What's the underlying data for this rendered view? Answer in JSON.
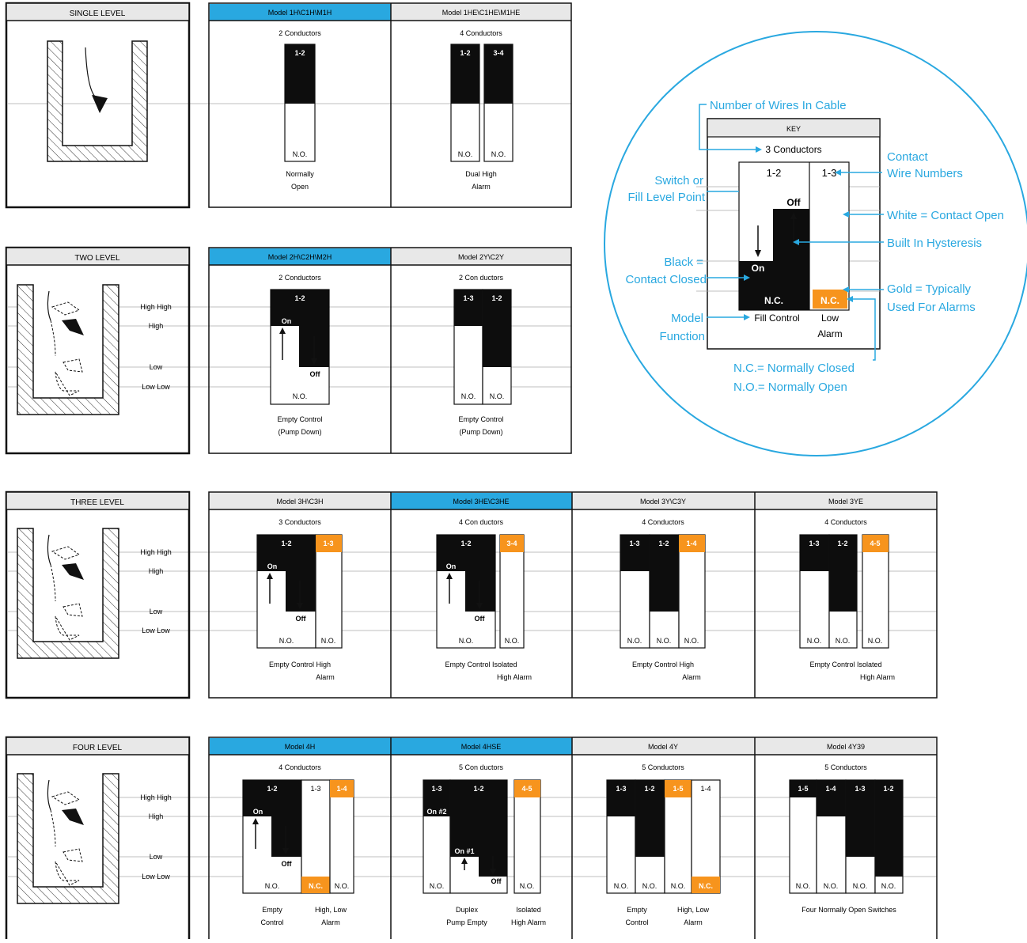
{
  "colors": {
    "blue": "#29a8e0",
    "orange": "#f7941d",
    "black": "#0d0d0d",
    "gray_header": "#e8e8e8",
    "line": "#9a9a9a"
  },
  "levels": {
    "single": "SINGLE LEVEL",
    "two": "TWO LEVEL",
    "three": "THREE LEVEL",
    "four": "FOUR LEVEL"
  },
  "level_labels": {
    "high_high": "High High",
    "high": "High",
    "low": "Low",
    "low_low": "Low Low"
  },
  "common": {
    "no": "N.O.",
    "nc": "N.C.",
    "on": "On",
    "off": "Off",
    "on1": "On #1",
    "on2": "On #2"
  },
  "single": [
    {
      "model": "Model 1H\\C1H\\M1H",
      "cond": "2 Conductors",
      "labels": [
        "1-2"
      ],
      "func1": "Normally",
      "func2": "Open"
    },
    {
      "model": "Model 1HE\\C1HE\\M1HE",
      "cond": "4 Conductors",
      "labels": [
        "1-2",
        "3-4"
      ],
      "func1": "Dual High",
      "func2": "Alarm"
    }
  ],
  "two": [
    {
      "model": "Model 2H\\C2H\\M2H",
      "cond": "2 Conductors",
      "labels": [
        "1-2"
      ],
      "func1": "Empty Control",
      "func2": "(Pump Down)"
    },
    {
      "model": "Model 2Y\\C2Y",
      "cond": "2 Con ductors",
      "labels": [
        "1-3",
        "1-2"
      ],
      "func1": "Empty Control",
      "func2": "(Pump Down)"
    }
  ],
  "three": [
    {
      "model": "Model 3H\\C3H",
      "cond": "3 Conductors",
      "labels": [
        "1-2",
        "1-3"
      ],
      "func1": "Empty Control High",
      "func2": "Alarm"
    },
    {
      "model": "Model 3HE\\C3HE",
      "cond": "4 Con ductors",
      "labels": [
        "1-2",
        "3-4"
      ],
      "func1": "Empty Control Isolated",
      "func2": "High Alarm"
    },
    {
      "model": "Model 3Y\\C3Y",
      "cond": "4 Conductors",
      "labels": [
        "1-3",
        "1-2",
        "1-4"
      ],
      "func1": "Empty Control High",
      "func2": "Alarm"
    },
    {
      "model": "Model 3YE",
      "cond": "4 Conductors",
      "labels": [
        "1-3",
        "1-2",
        "4-5"
      ],
      "func1": "Empty Control Isolated",
      "func2": "High Alarm"
    }
  ],
  "four": [
    {
      "model": "Model 4H",
      "cond": "4 Conductors",
      "labels": [
        "1-2",
        "1-3",
        "1-4"
      ],
      "funcA1": "Empty",
      "funcA2": "Control",
      "funcB1": "High, Low",
      "funcB2": "Alarm"
    },
    {
      "model": "Model 4HSE",
      "cond": "5 Con ductors",
      "labels": [
        "1-3",
        "1-2",
        "4-5"
      ],
      "funcA1": "Duplex",
      "funcA2": "Pump Empty",
      "funcB1": "Isolated",
      "funcB2": "High Alarm"
    },
    {
      "model": "Model 4Y",
      "cond": "5 Conductors",
      "labels": [
        "1-3",
        "1-2",
        "1-5",
        "1-4"
      ],
      "funcA1": "Empty",
      "funcA2": "Control",
      "funcB1": "High, Low",
      "funcB2": "Alarm"
    },
    {
      "model": "Model 4Y39",
      "cond": "5 Conductors",
      "labels": [
        "1-5",
        "1-4",
        "1-3",
        "1-2"
      ],
      "func1": "Four Normally Open Switches"
    }
  ],
  "key": {
    "title": "KEY",
    "conductors": "3 Conductors",
    "col1": "1-2",
    "col2": "1-3",
    "on": "On",
    "off": "Off",
    "nc": "N.C.",
    "model_fn": "Fill Control",
    "fn2a": "Low",
    "fn2b": "Alarm",
    "wires": "Number of Wires In Cable",
    "contact1": "Contact",
    "contact2": "Wire Numbers",
    "switch1": "Switch or",
    "switch2": "Fill Level Point",
    "white": "White = Contact Open",
    "hyst": "Built In Hysteresis",
    "black1": "Black =",
    "black2": "Contact Closed",
    "gold1": "Gold = Typically",
    "gold2": "Used For Alarms",
    "model1": "Model",
    "model2": "Function",
    "legend1": "N.C.= Normally Closed",
    "legend2": "N.O.= Normally Open"
  }
}
